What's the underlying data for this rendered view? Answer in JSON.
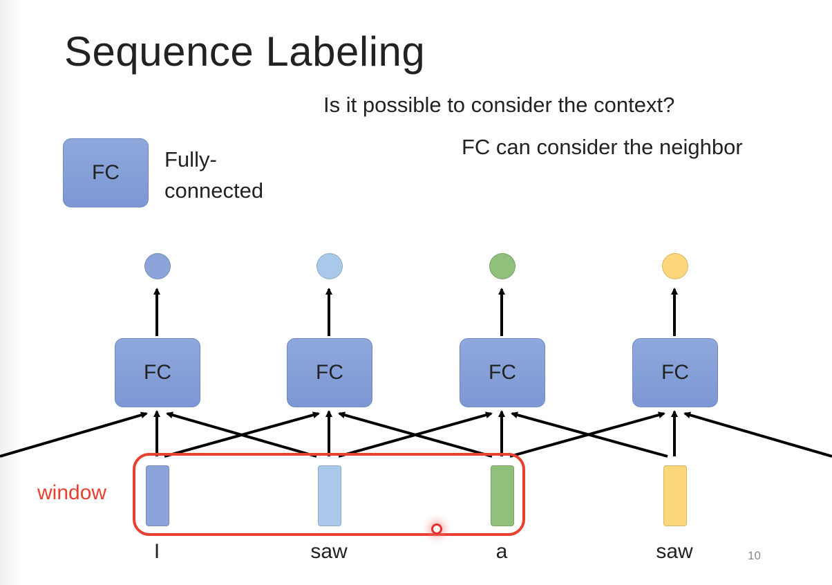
{
  "slide": {
    "title": "Sequence Labeling",
    "question": "Is it possible to consider the context?",
    "note": "FC can consider the neighbor",
    "page_number": "10"
  },
  "legend": {
    "box_label": "FC",
    "description_line1": "Fully-",
    "description_line2": "connected"
  },
  "window_label": "window",
  "columns": [
    {
      "word": "I",
      "fc_label": "FC",
      "color": "#8ca4d9",
      "output_color": "#8ca4d9"
    },
    {
      "word": "saw",
      "fc_label": "FC",
      "color": "#a9c8ea",
      "output_color": "#a9c8ea"
    },
    {
      "word": "a",
      "fc_label": "FC",
      "color": "#8fc07c",
      "output_color": "#8fc07c"
    },
    {
      "word": "saw",
      "fc_label": "FC",
      "color": "#fbd67b",
      "output_color": "#fbd67b"
    }
  ],
  "colors": {
    "window_border": "#e8412f",
    "fc_fill": "#8fa8dc",
    "arrow": "#000000"
  }
}
